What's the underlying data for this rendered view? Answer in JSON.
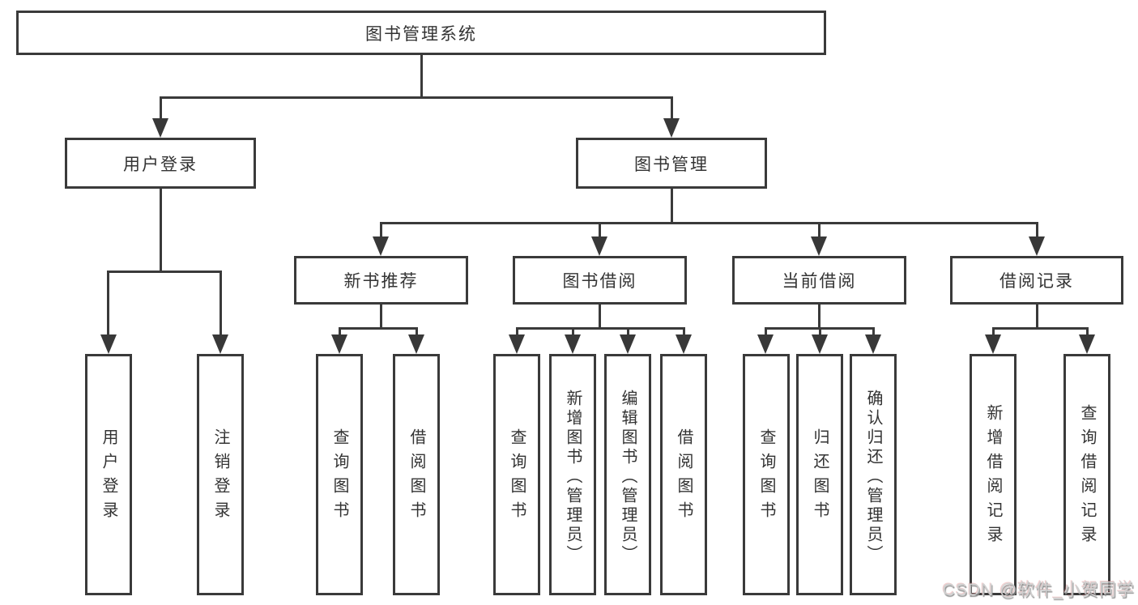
{
  "tree": {
    "root": {
      "label": "图书管理系统"
    },
    "user_login": {
      "label": "用户登录",
      "children": [
        {
          "label": "用户登录"
        },
        {
          "label": "注销登录"
        }
      ]
    },
    "book_mgmt": {
      "label": "图书管理",
      "children": [
        {
          "label": "新书推荐",
          "children": [
            {
              "label": "查询图书"
            },
            {
              "label": "借阅图书"
            }
          ]
        },
        {
          "label": "图书借阅",
          "children": [
            {
              "label": "查询图书"
            },
            {
              "label": "新增图书（管理员）"
            },
            {
              "label": "编辑图书（管理员）"
            },
            {
              "label": "借阅图书"
            }
          ]
        },
        {
          "label": "当前借阅",
          "children": [
            {
              "label": "查询图书"
            },
            {
              "label": "归还图书"
            },
            {
              "label": "确认归还（管理员）"
            }
          ]
        },
        {
          "label": "借阅记录",
          "children": [
            {
              "label": "新增借阅记录"
            },
            {
              "label": "查询借阅记录"
            }
          ]
        }
      ]
    }
  },
  "watermark": "CSDN @软件_小贺同学",
  "colors": {
    "line": "#3a3a3a",
    "text": "#333333",
    "background": "#ffffff",
    "watermark": "#cfcfcf"
  }
}
